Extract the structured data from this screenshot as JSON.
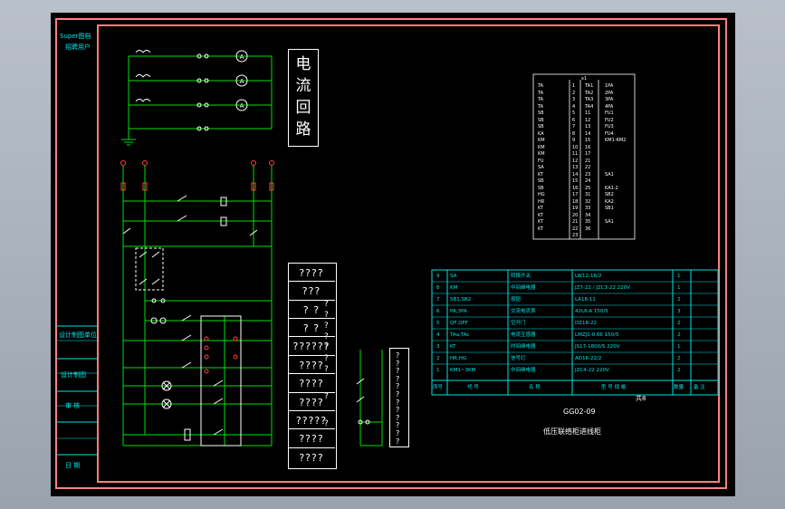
{
  "side_panel": {
    "logo": "Super图档",
    "subtitle": "招聘用户",
    "labels": [
      "设计制图单位",
      "设计制图",
      "审 核",
      "日 期"
    ]
  },
  "circuit_title": [
    "电",
    "流",
    "回",
    "路"
  ],
  "label_boxes": [
    "????",
    "???",
    "? ?",
    "? ?",
    "??????",
    "????",
    "????",
    "????",
    "?????",
    "????",
    "????"
  ],
  "side_qmarks": [
    "?",
    "?",
    "?",
    "?",
    "?",
    "?",
    "?",
    "?",
    "?"
  ],
  "box_qmarks": [
    "?",
    "?",
    "?",
    "?",
    "?",
    "?",
    "?",
    "?",
    "?",
    "?",
    "?",
    "?"
  ],
  "bom": {
    "rows": [
      {
        "no": "9",
        "code": "SA",
        "name": "转换开关",
        "model": "LW12-16/2",
        "qty": "1"
      },
      {
        "no": "8",
        "code": "KM",
        "name": "中间继电器",
        "model": "JZ7-22 / JZC3-22 220V",
        "qty": "1"
      },
      {
        "no": "7",
        "code": "SB1,SB2",
        "name": "按钮",
        "model": "LA18-11",
        "qty": "2"
      },
      {
        "no": "6",
        "code": "PA,3PA",
        "name": "交流电流表",
        "model": "42L6-A 150/5",
        "qty": "3"
      },
      {
        "no": "5",
        "code": "QF,QFF",
        "name": "空开门",
        "model": "DZ18-22",
        "qty": "2"
      },
      {
        "no": "4",
        "code": "TAa,TAc",
        "name": "电流互感器",
        "model": "LMZJ1-0.66 150/5",
        "qty": "2"
      },
      {
        "no": "3",
        "code": "KT",
        "name": "时间继电器",
        "model": "JS17-1800/5 220V",
        "qty": "1"
      },
      {
        "no": "2",
        "code": "HR,HG",
        "name": "信号灯",
        "model": "AD16-22/2",
        "qty": "2"
      },
      {
        "no": "1",
        "code": "KM1~3KM",
        "name": "中间继电器",
        "model": "JZC4-22 220V",
        "qty": "2"
      }
    ],
    "header": [
      "序号",
      "代 号",
      "名 称",
      "型 号 规 格",
      "数量",
      "备 注"
    ],
    "sheet_no": "共8",
    "drawing_code": "GG02-09",
    "drawing_title": "低压联络柜进线柜"
  },
  "terminal_table": {
    "header": "x1",
    "rows": [
      [
        "TA",
        "1",
        "TA1",
        "1PA"
      ],
      [
        "TA",
        "2",
        "TA2",
        "2PA"
      ],
      [
        "TA",
        "3",
        "TA3",
        "3PA"
      ],
      [
        "TA",
        "4",
        "TA4",
        "4PA"
      ],
      [
        "SB",
        "5",
        "11",
        "FU1"
      ],
      [
        "SB",
        "6",
        "12",
        "FU2"
      ],
      [
        "SB",
        "7",
        "13",
        "FU3"
      ],
      [
        "KA",
        "8",
        "14",
        "FU4"
      ],
      [
        "KM",
        "9",
        "15",
        "KM1-KM2"
      ],
      [
        "KM",
        "10",
        "16",
        ""
      ],
      [
        "KM",
        "11",
        "17",
        ""
      ],
      [
        "FU",
        "12",
        "21",
        ""
      ],
      [
        "SA",
        "13",
        "22",
        ""
      ],
      [
        "KT",
        "14",
        "23",
        "SA1"
      ],
      [
        "SB",
        "15",
        "24",
        ""
      ],
      [
        "SB",
        "16",
        "25",
        "KA1-2"
      ],
      [
        "HG",
        "17",
        "31",
        "SB2"
      ],
      [
        "HR",
        "18",
        "32",
        "KA2"
      ],
      [
        "KT",
        "19",
        "33",
        "SB1"
      ],
      [
        "KT",
        "20",
        "34",
        ""
      ],
      [
        "KT",
        "21",
        "35",
        "SA1"
      ],
      [
        "KT",
        "22",
        "36",
        ""
      ],
      [
        "",
        "23",
        "",
        ""
      ]
    ]
  }
}
